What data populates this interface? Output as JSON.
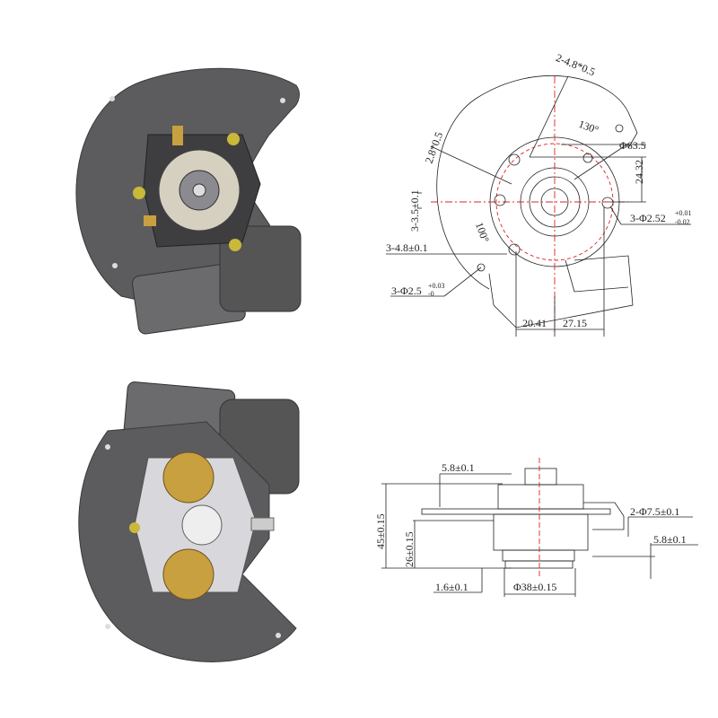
{
  "top_view_dimensions": {
    "terminal_top": "2-4.8*0.5",
    "terminal_left": "2.8*0.5",
    "angle_top": "130°",
    "angle_left": "100°",
    "diameter_circle": "Φ63.5",
    "height_right": "24.32",
    "hole_left": "3-3.5±0.1",
    "hole_right": "3-Φ2.52",
    "hole_right_tol_upper": "+0.01",
    "hole_right_tol_lower": "-0.02",
    "pin_left": "3-4.8±0.1",
    "hole_bottom": "3-Φ2.5",
    "hole_bottom_tol_upper": "+0.03",
    "hole_bottom_tol_lower": "-0",
    "width_left": "20.41",
    "width_right": "27.15"
  },
  "side_view_dimensions": {
    "top_offset": "5.8±0.1",
    "total_height": "45±0.15",
    "mid_height": "26±0.15",
    "pipe_diameter": "2-Φ7.5±0.1",
    "right_offset": "5.8±0.1",
    "base_thickness": "1.6±0.1",
    "base_diameter": "Φ38±0.15"
  },
  "colors": {
    "plate": "#5c5c5e",
    "centerline": "#e02020",
    "brass": "#c9a040"
  }
}
